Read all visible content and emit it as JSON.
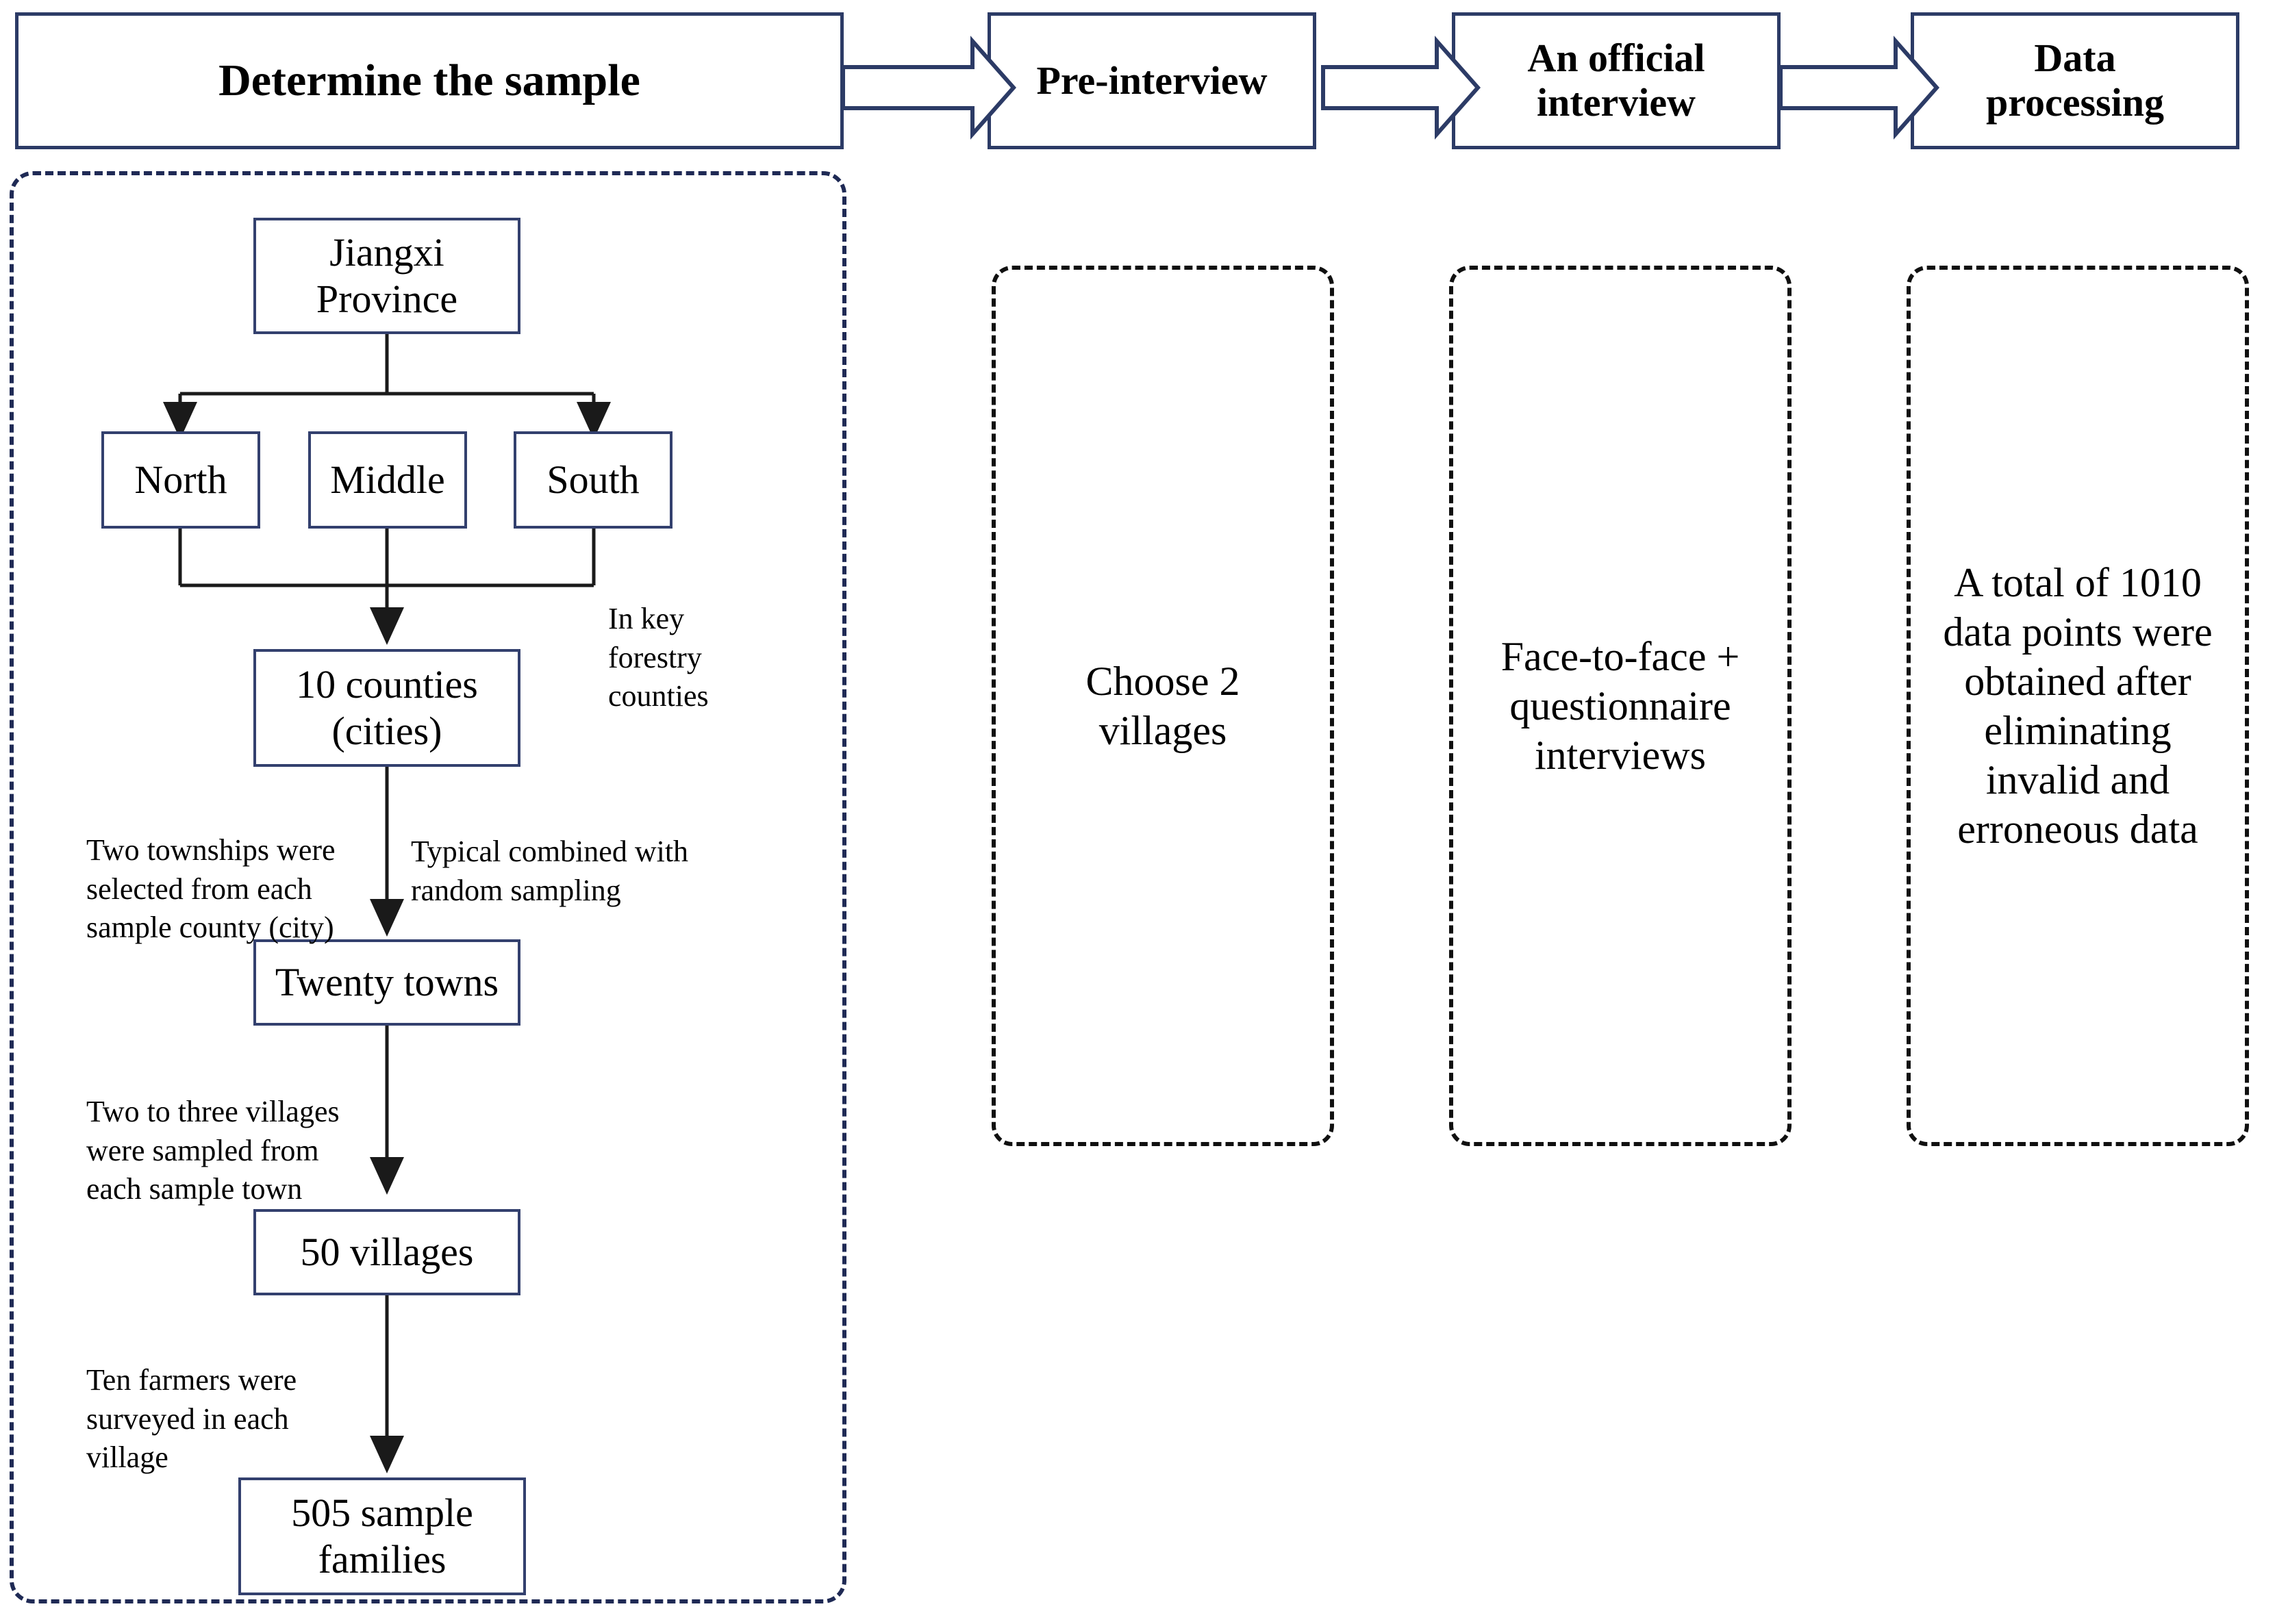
{
  "stages": [
    {
      "label": "Determine the sample"
    },
    {
      "label": "Pre-interview"
    },
    {
      "label": "An official\ninterview"
    },
    {
      "label": "Data\nprocessing"
    }
  ],
  "sample_tree": {
    "nodes": [
      {
        "id": "province",
        "label": "Jiangxi Province"
      },
      {
        "id": "north",
        "label": "North"
      },
      {
        "id": "middle",
        "label": "Middle"
      },
      {
        "id": "south",
        "label": "South"
      },
      {
        "id": "counties",
        "label": "10 counties\n(cities)"
      },
      {
        "id": "towns",
        "label": "Twenty towns"
      },
      {
        "id": "villages",
        "label": "50 villages"
      },
      {
        "id": "families",
        "label": "505 sample\nfamilies"
      }
    ],
    "annotations": [
      {
        "id": "key-forestry",
        "text": "In key\nforestry\ncounties"
      },
      {
        "id": "two-townships",
        "text": "Two townships were\nselected from each\nsample county (city)"
      },
      {
        "id": "typical-random",
        "text": "Typical combined with\nrandom sampling"
      },
      {
        "id": "two-three-villages",
        "text": "Two to three villages\nwere sampled from\neach sample town"
      },
      {
        "id": "ten-farmers",
        "text": "Ten farmers were\nsurveyed in each\nvillage"
      }
    ]
  },
  "panels": [
    {
      "id": "pre-interview-detail",
      "text": "Choose 2\nvillages"
    },
    {
      "id": "official-interview-detail",
      "text": "Face-to-face +\nquestionnaire\ninterviews"
    },
    {
      "id": "data-processing-detail",
      "text": "A total of 1010\ndata points were\nobtained after\neliminating\ninvalid and\nerroneous data"
    }
  ],
  "colors": {
    "node_border": "#33406e",
    "stage_border": "#2c3b66",
    "container_dashed": "#1f2a55",
    "panel_dashed": "#101010",
    "connector": "#1a1a1a",
    "block_arrow_stroke": "#2c3b66",
    "background": "#ffffff"
  }
}
